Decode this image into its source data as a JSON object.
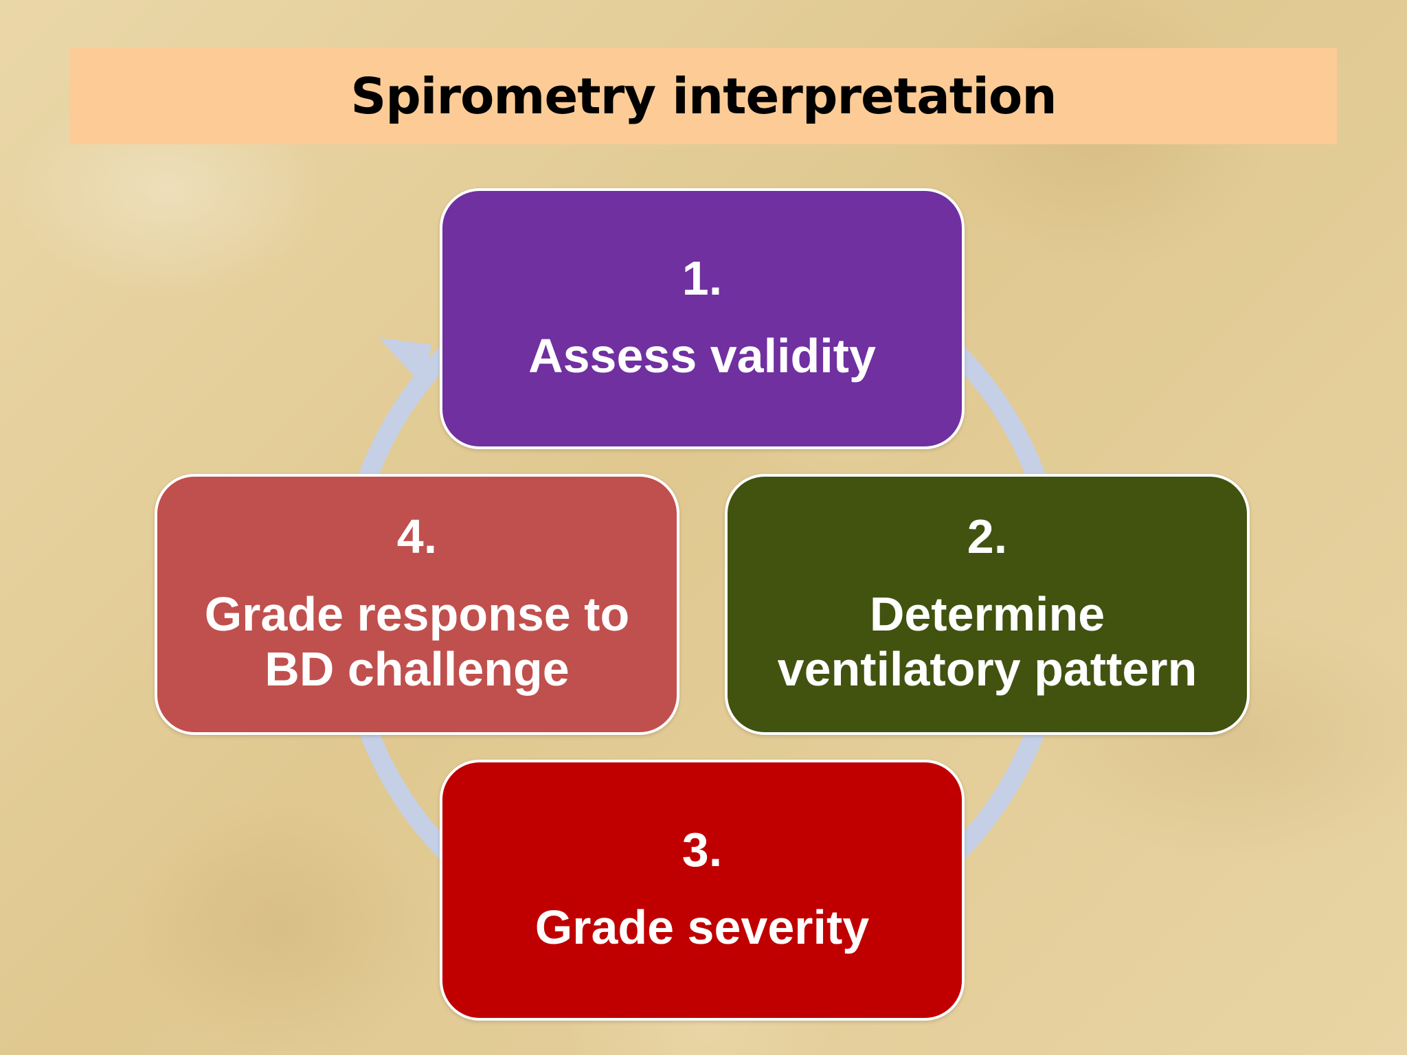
{
  "title": "Spirometry interpretation",
  "colors": {
    "title_bar": "#fccb96",
    "step_1": "#7030a0",
    "step_2": "#41530f",
    "step_3": "#c00000",
    "step_4": "#c0504d",
    "cycle_arrow": "#c5cfe6"
  },
  "steps": [
    {
      "number": "1.",
      "label": "Assess validity"
    },
    {
      "number": "2.",
      "label": "Determine ventilatory pattern"
    },
    {
      "number": "3.",
      "label": "Grade severity"
    },
    {
      "number": "4.",
      "label": "Grade response to BD challenge"
    }
  ]
}
